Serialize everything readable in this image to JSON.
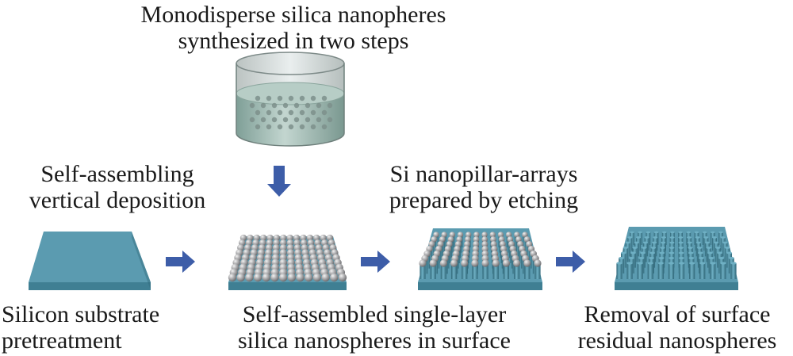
{
  "title": {
    "line1": "Monodisperse silica nanopheres",
    "line2": "synthesized in two steps"
  },
  "captions": {
    "deposition": {
      "line1": "Self-assembling",
      "line2": "vertical deposition"
    },
    "etching": {
      "line1": "Si nanopillar-arrays",
      "line2": "prepared by etching"
    }
  },
  "steps": [
    {
      "line1": "Silicon substrate",
      "line2": "pretreatment"
    },
    {
      "line1": "Self-assembled single-layer",
      "line2": "silica nanospheres in surface"
    },
    {
      "line1": "Removal of surface",
      "line2": "residual nanospheres"
    }
  ],
  "colors": {
    "substrate_top": "#5b9bb0",
    "substrate_front": "#3f7f93",
    "substrate_side": "#2f6677",
    "sphere": "#a8a8aa",
    "arrow": "#3d5da8",
    "beaker_liquid": "#9db8b0"
  }
}
